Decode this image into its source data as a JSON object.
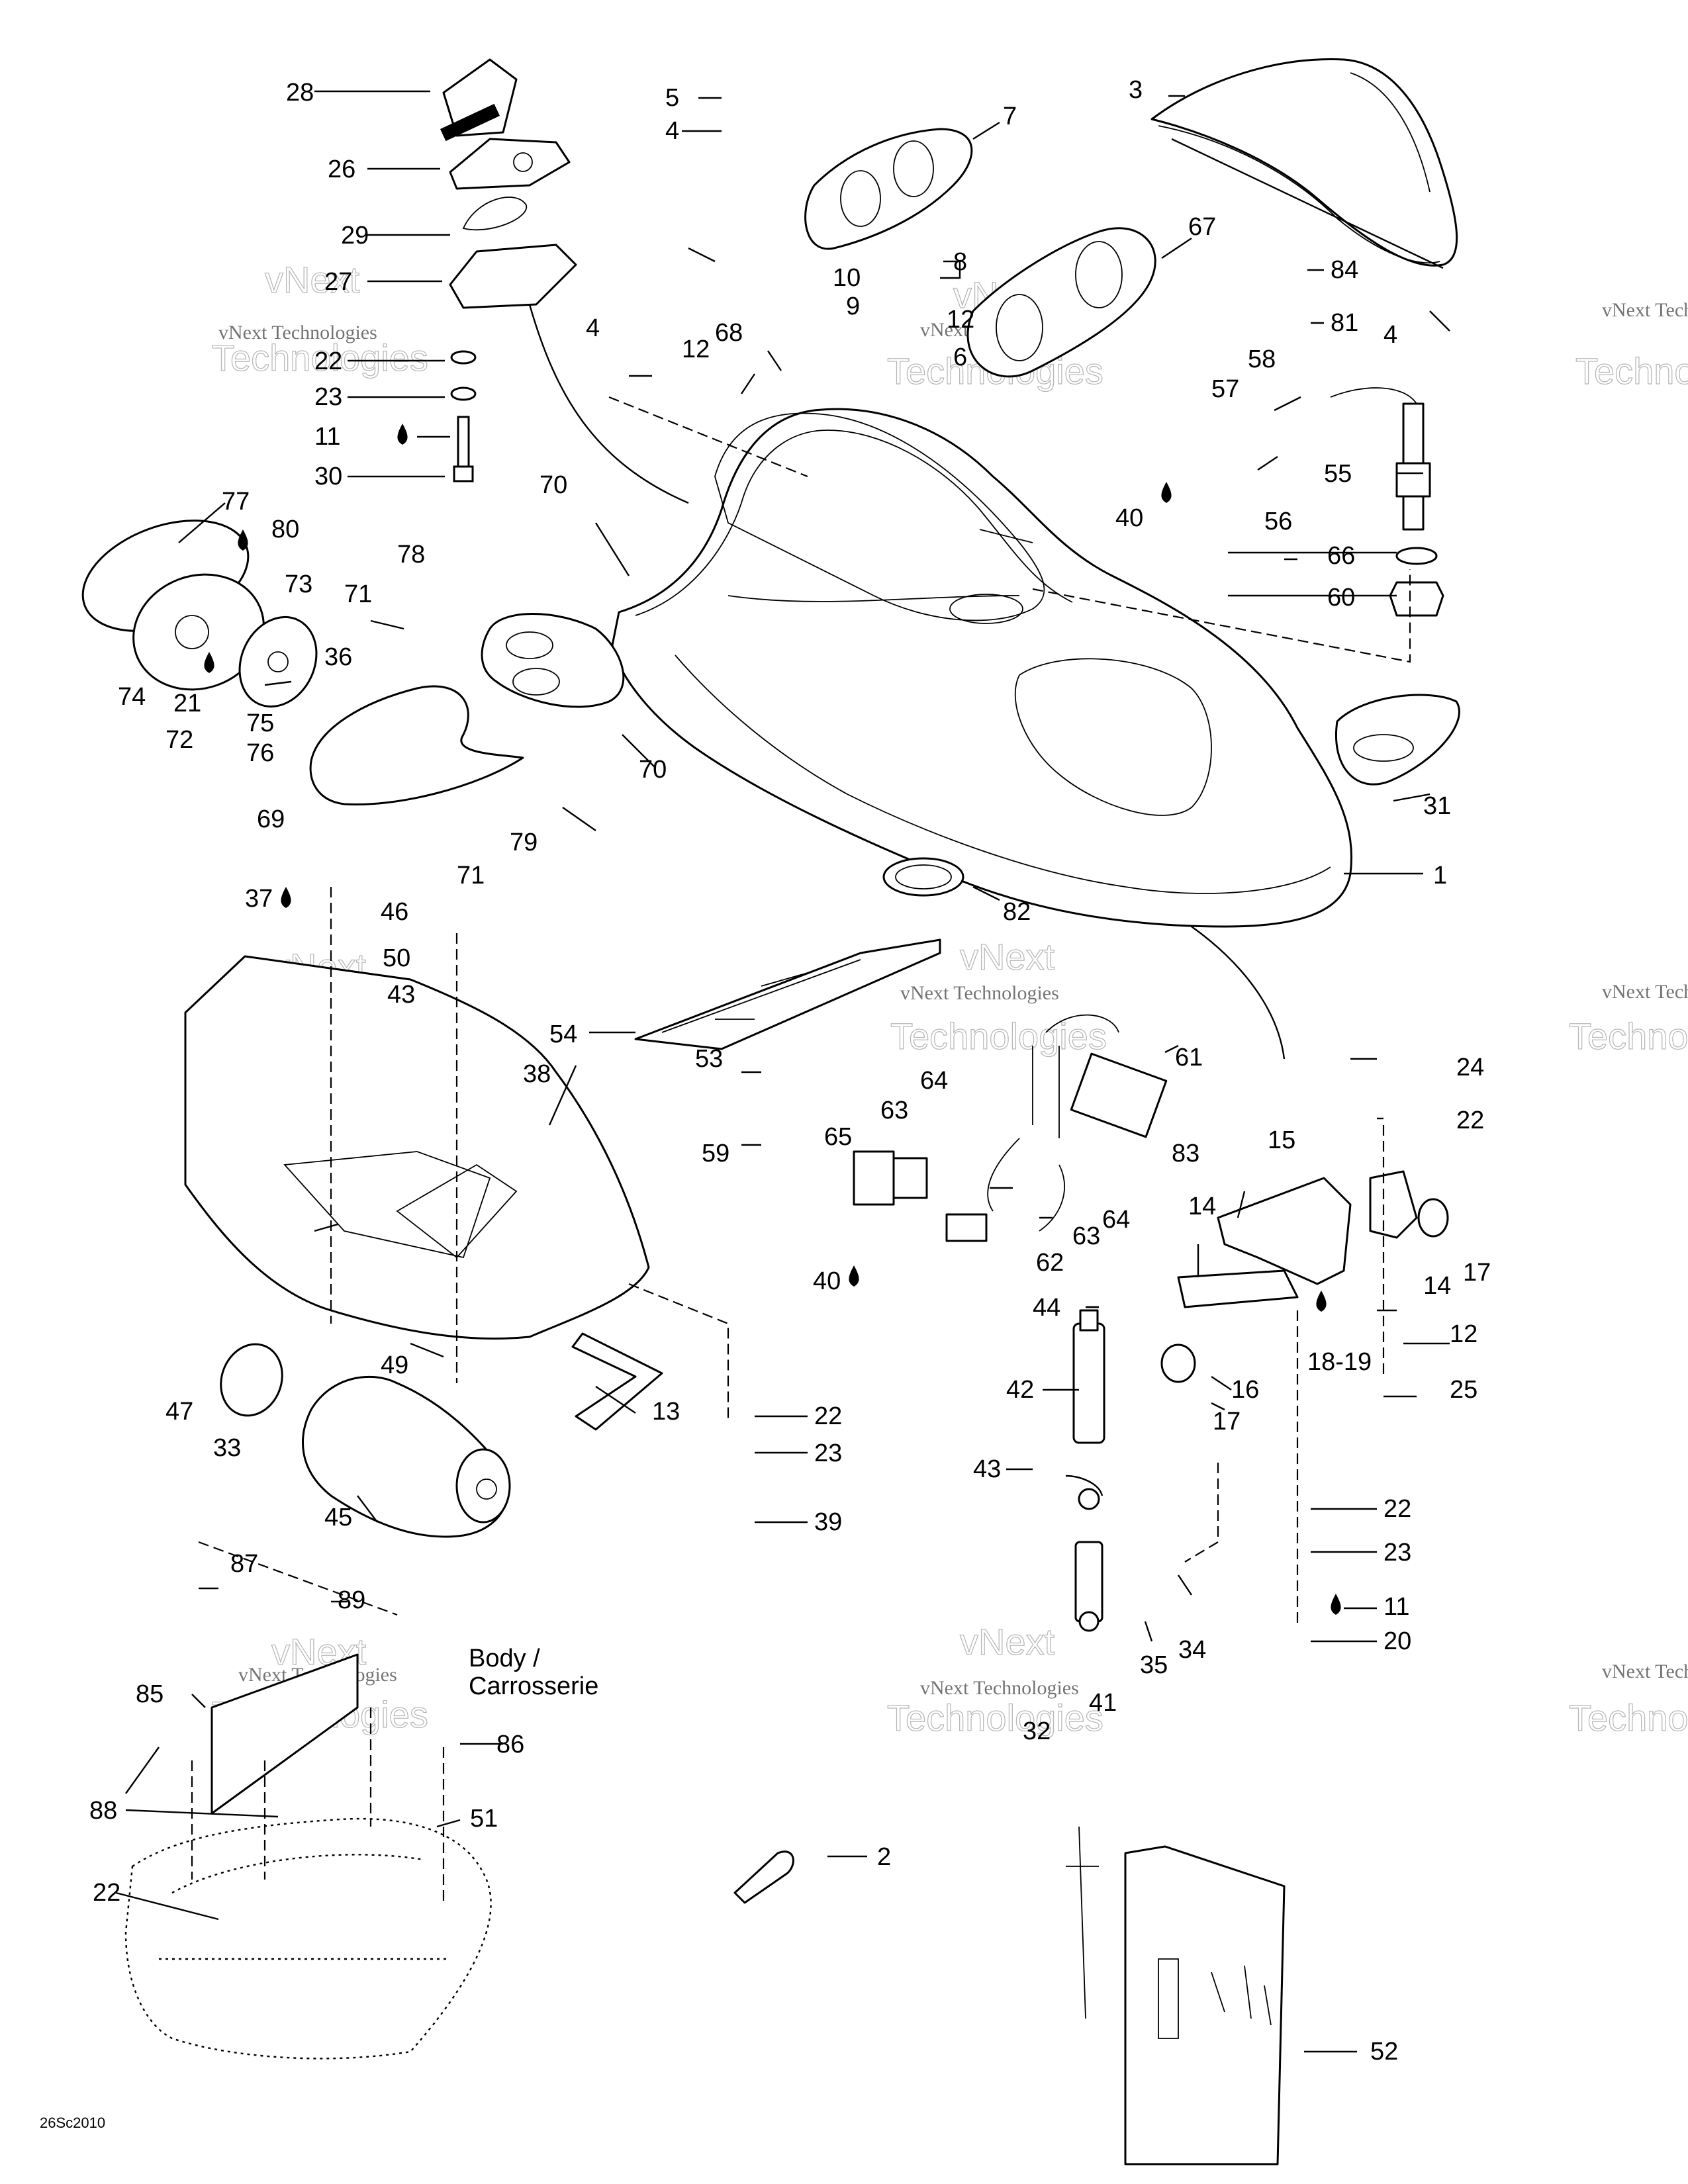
{
  "figure_code": "26Sc2010",
  "callouts": [
    {
      "id": "c28",
      "text": "28"
    },
    {
      "id": "c26",
      "text": "26"
    },
    {
      "id": "c29",
      "text": "29"
    },
    {
      "id": "c27",
      "text": "27"
    },
    {
      "id": "c22a",
      "text": "22"
    },
    {
      "id": "c23a",
      "text": "23"
    },
    {
      "id": "c11a",
      "text": "11"
    },
    {
      "id": "c30",
      "text": "30"
    },
    {
      "id": "c5",
      "text": "5"
    },
    {
      "id": "c4a",
      "text": "4"
    },
    {
      "id": "c7",
      "text": "7"
    },
    {
      "id": "c8",
      "text": "8"
    },
    {
      "id": "c10",
      "text": "10"
    },
    {
      "id": "c9",
      "text": "9"
    },
    {
      "id": "c12a",
      "text": "12"
    },
    {
      "id": "c6",
      "text": "6"
    },
    {
      "id": "c3",
      "text": "3"
    },
    {
      "id": "c67",
      "text": "67"
    },
    {
      "id": "c84",
      "text": "84"
    },
    {
      "id": "c81",
      "text": "81"
    },
    {
      "id": "c4b",
      "text": "4"
    },
    {
      "id": "c4c",
      "text": "4"
    },
    {
      "id": "c12b",
      "text": "12"
    },
    {
      "id": "c68",
      "text": "68"
    },
    {
      "id": "c58",
      "text": "58"
    },
    {
      "id": "c57",
      "text": "57"
    },
    {
      "id": "c55",
      "text": "55"
    },
    {
      "id": "c40a",
      "text": "40"
    },
    {
      "id": "c56",
      "text": "56"
    },
    {
      "id": "c66",
      "text": "66"
    },
    {
      "id": "c60",
      "text": "60"
    },
    {
      "id": "c77",
      "text": "77"
    },
    {
      "id": "c80",
      "text": "80"
    },
    {
      "id": "c70a",
      "text": "70"
    },
    {
      "id": "c78",
      "text": "78"
    },
    {
      "id": "c73",
      "text": "73"
    },
    {
      "id": "c71a",
      "text": "71"
    },
    {
      "id": "c36",
      "text": "36"
    },
    {
      "id": "c74",
      "text": "74"
    },
    {
      "id": "c21",
      "text": "21"
    },
    {
      "id": "c72",
      "text": "72"
    },
    {
      "id": "c75",
      "text": "75"
    },
    {
      "id": "c76",
      "text": "76"
    },
    {
      "id": "c69",
      "text": "69"
    },
    {
      "id": "c70b",
      "text": "70"
    },
    {
      "id": "c79",
      "text": "79"
    },
    {
      "id": "c71b",
      "text": "71"
    },
    {
      "id": "c31",
      "text": "31"
    },
    {
      "id": "c1",
      "text": "1"
    },
    {
      "id": "c82",
      "text": "82"
    },
    {
      "id": "c37",
      "text": "37"
    },
    {
      "id": "c46",
      "text": "46"
    },
    {
      "id": "c50",
      "text": "50"
    },
    {
      "id": "c43a",
      "text": "43"
    },
    {
      "id": "c38",
      "text": "38"
    },
    {
      "id": "c54",
      "text": "54"
    },
    {
      "id": "c53",
      "text": "53"
    },
    {
      "id": "c59",
      "text": "59"
    },
    {
      "id": "c61",
      "text": "61"
    },
    {
      "id": "c64a",
      "text": "64"
    },
    {
      "id": "c63a",
      "text": "63"
    },
    {
      "id": "c65",
      "text": "65"
    },
    {
      "id": "c83",
      "text": "83"
    },
    {
      "id": "c64b",
      "text": "64"
    },
    {
      "id": "c63b",
      "text": "63"
    },
    {
      "id": "c62",
      "text": "62"
    },
    {
      "id": "c40b",
      "text": "40"
    },
    {
      "id": "c24",
      "text": "24"
    },
    {
      "id": "c22b",
      "text": "22"
    },
    {
      "id": "c15",
      "text": "15"
    },
    {
      "id": "c14a",
      "text": "14"
    },
    {
      "id": "c14b",
      "text": "14"
    },
    {
      "id": "c17a",
      "text": "17"
    },
    {
      "id": "c18_19",
      "text": "18-19"
    },
    {
      "id": "c12c",
      "text": "12"
    },
    {
      "id": "c25",
      "text": "25"
    },
    {
      "id": "c16",
      "text": "16"
    },
    {
      "id": "c17b",
      "text": "17"
    },
    {
      "id": "c44",
      "text": "44"
    },
    {
      "id": "c42",
      "text": "42"
    },
    {
      "id": "c49",
      "text": "49"
    },
    {
      "id": "c47",
      "text": "47"
    },
    {
      "id": "c13",
      "text": "13"
    },
    {
      "id": "c22c",
      "text": "22"
    },
    {
      "id": "c23c",
      "text": "23"
    },
    {
      "id": "c33",
      "text": "33"
    },
    {
      "id": "c45",
      "text": "45"
    },
    {
      "id": "c39",
      "text": "39"
    },
    {
      "id": "c43b",
      "text": "43"
    },
    {
      "id": "c22d",
      "text": "22"
    },
    {
      "id": "c23d",
      "text": "23"
    },
    {
      "id": "c11b",
      "text": "11"
    },
    {
      "id": "c20",
      "text": "20"
    },
    {
      "id": "c34",
      "text": "34"
    },
    {
      "id": "c35",
      "text": "35"
    },
    {
      "id": "c41",
      "text": "41"
    },
    {
      "id": "c32",
      "text": "32"
    },
    {
      "id": "c87",
      "text": "87"
    },
    {
      "id": "c89",
      "text": "89"
    },
    {
      "id": "c85",
      "text": "85"
    },
    {
      "id": "c86",
      "text": "86"
    },
    {
      "id": "c88",
      "text": "88"
    },
    {
      "id": "c51",
      "text": "51"
    },
    {
      "id": "c22e",
      "text": "22"
    },
    {
      "id": "c2",
      "text": "2"
    },
    {
      "id": "c52",
      "text": "52"
    }
  ],
  "body_note": {
    "line1": "Body /",
    "line2": "Carrosserie"
  },
  "watermark": {
    "small": "vNext Technologies",
    "large": "Technologies",
    "large2": "vNext"
  }
}
